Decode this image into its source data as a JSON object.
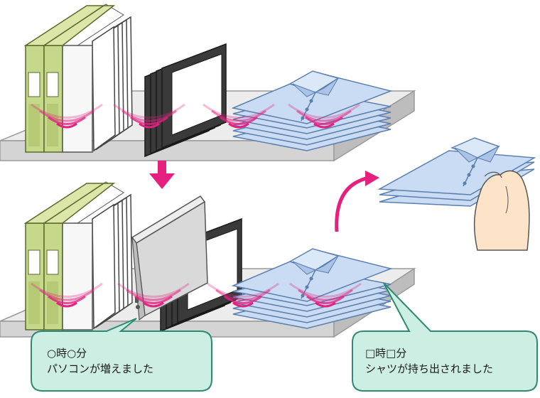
{
  "callouts": {
    "left": {
      "line1": "○時○分",
      "line2": "パソコンが増えました"
    },
    "right": {
      "line1": "□時□分",
      "line2": "シャツが持ち出されました"
    }
  },
  "colors": {
    "shelf_top": "#ececec",
    "shelf_front": "#d4d4d4",
    "binder_green": "#c6d88a",
    "binder_green_dark": "#9fb35d",
    "tablet_frame": "#3a3a3a",
    "shirt_blue": "#c9dcf3",
    "shirt_outline": "#5b7fb0",
    "rfid_wave": "#e5207f",
    "arrow": "#e5207f",
    "callout_fill": "#cdeee3",
    "callout_stroke": "#2e8b73",
    "laptop_silver": "#d9d9d9"
  },
  "icons": [
    "binders-icon",
    "tablet-stack-icon",
    "shirt-stack-icon",
    "laptop-icon",
    "rfid-wave-icon",
    "hand-icon",
    "down-arrow-icon",
    "curved-arrow-icon"
  ]
}
